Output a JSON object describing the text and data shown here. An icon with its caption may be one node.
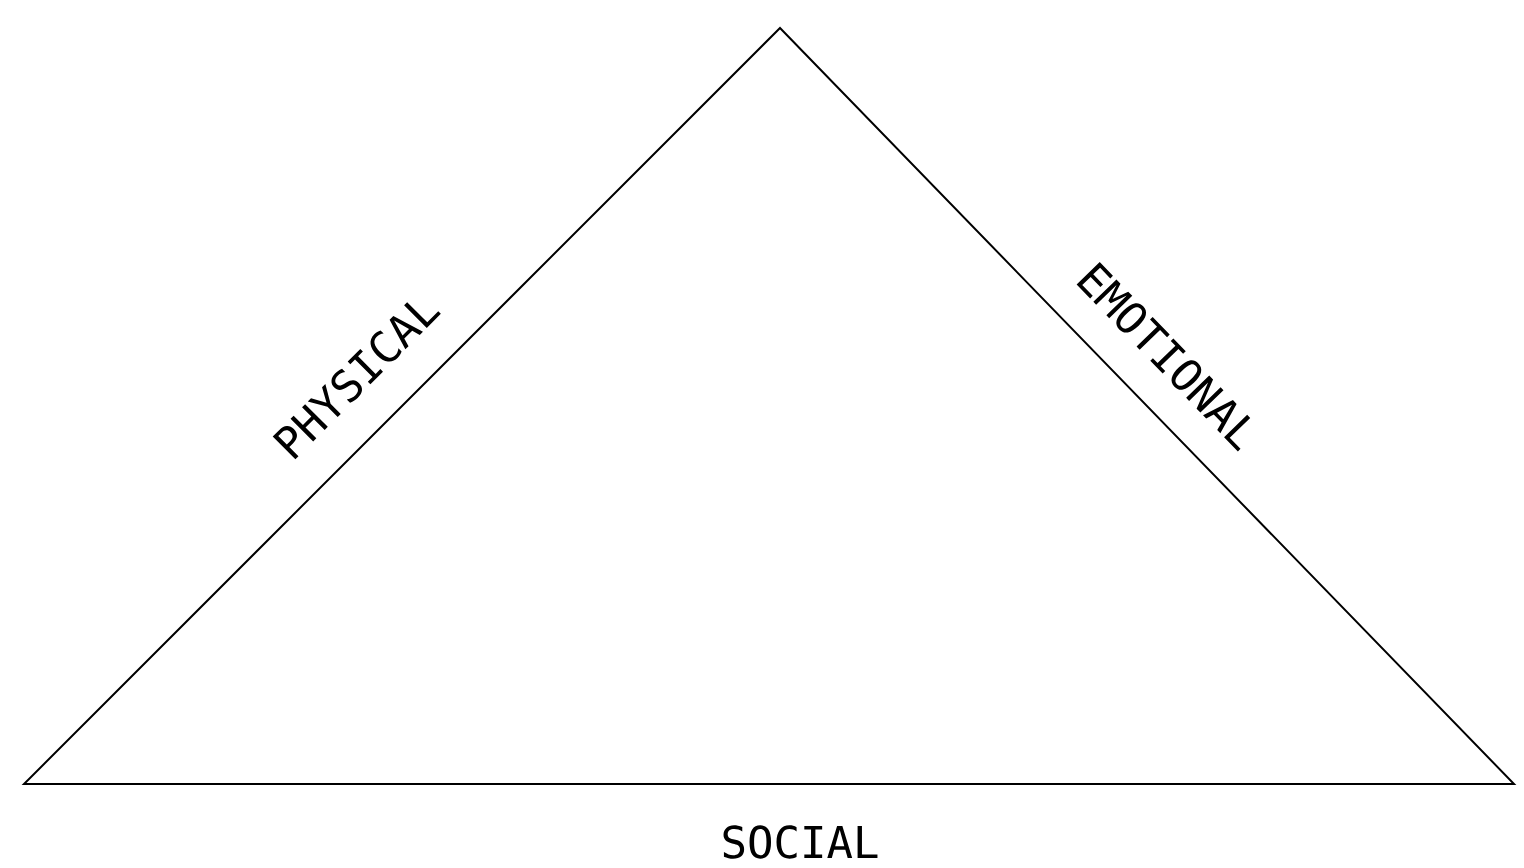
{
  "diagram": {
    "labels": [
      "PHYSICAL",
      "EMOTIONAL",
      "SOCIAL"
    ]
  }
}
